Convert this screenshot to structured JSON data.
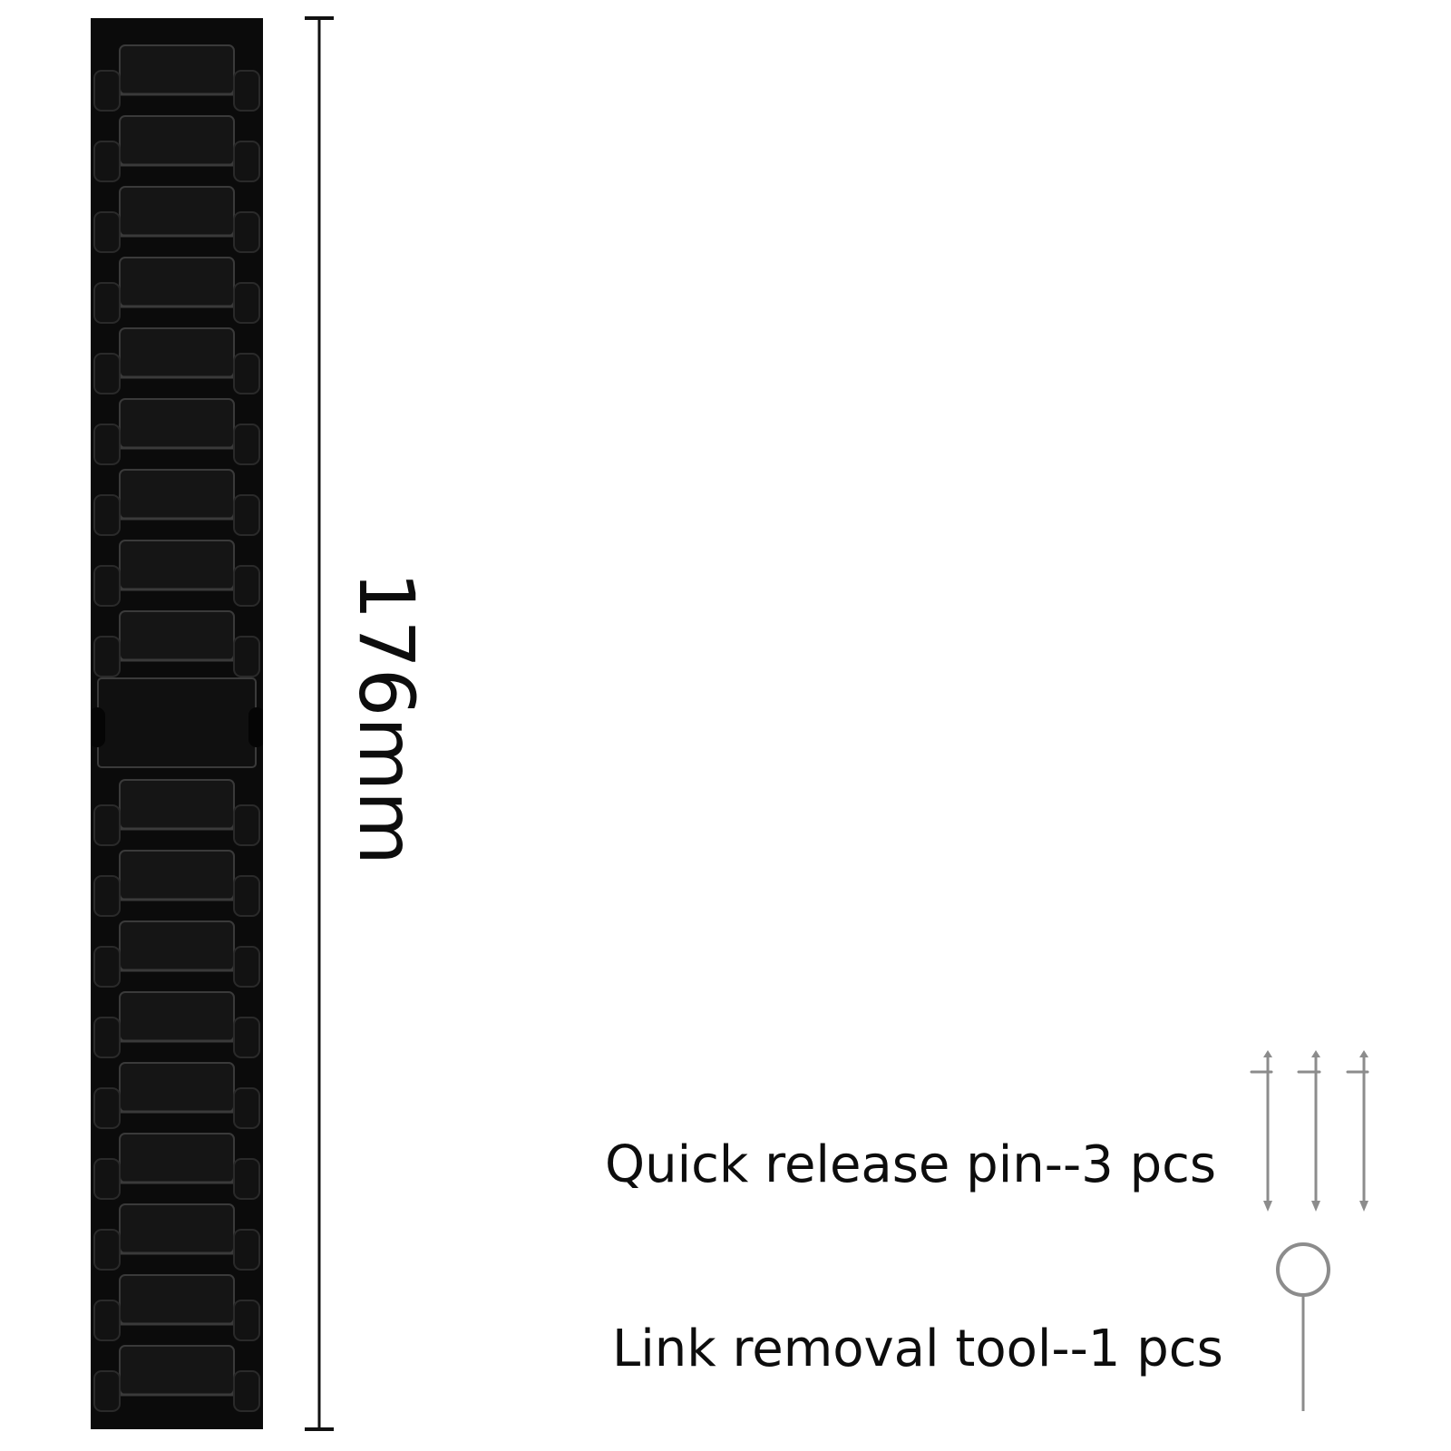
{
  "measurement": {
    "length_text": "176mm"
  },
  "accessories": [
    {
      "label": "Quick release pin--3 pcs",
      "icon": "quick-release-pin-icon"
    },
    {
      "label": "Link removal tool--1 pcs",
      "icon": "link-removal-tool-icon"
    }
  ],
  "colors": {
    "band": "#0b0b0b",
    "band_highlight": "#3a3a3a",
    "ruler": "#111111",
    "accessory_metal": "#8c8c8c",
    "background": "#ffffff"
  }
}
